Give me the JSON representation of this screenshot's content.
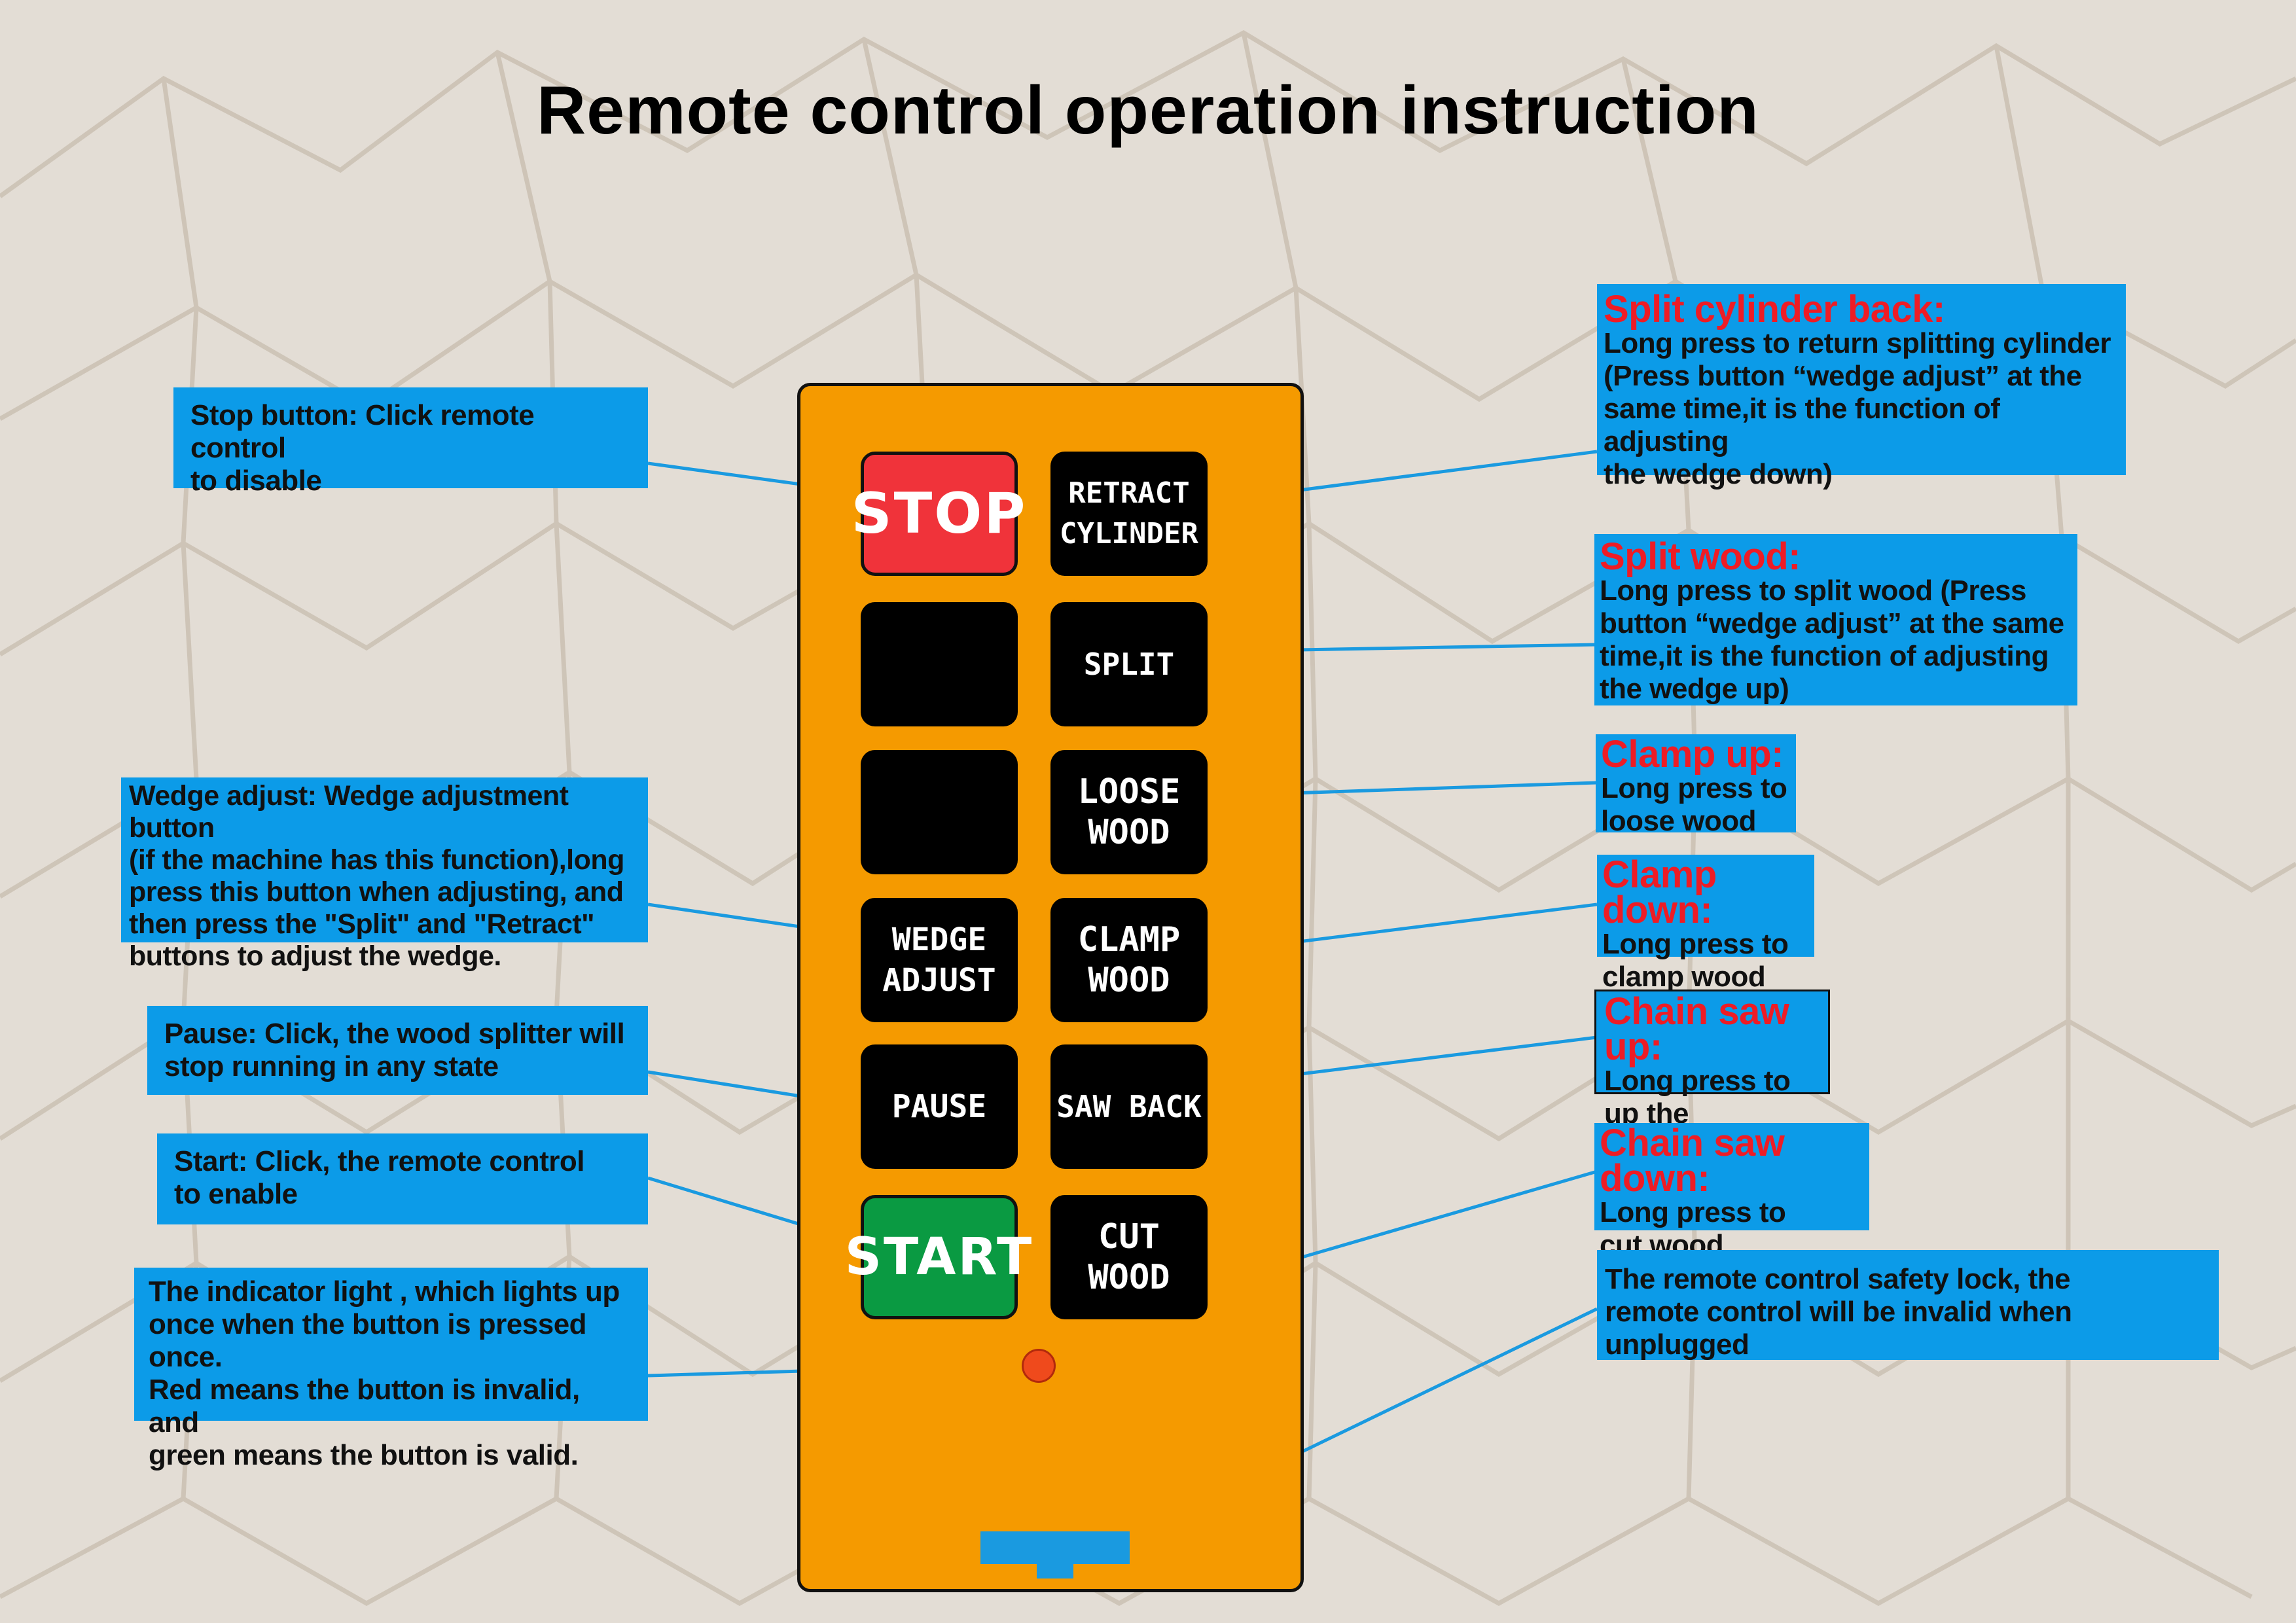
{
  "title": "Remote control operation instruction",
  "colors": {
    "remote_body": "#f59a00",
    "button": "#000000",
    "stop_button": "#f0333a",
    "start_button": "#0a9a42",
    "callout_box": "#0c9be8",
    "callout_heading": "#ee1c25",
    "leader_line": "#1a9ae0",
    "indicator_light": "#ef4a1c"
  },
  "buttons": {
    "stop": "STOP",
    "retract_cylinder": "RETRACT\nCYLINDER",
    "blank_1": "",
    "split": "SPLIT",
    "blank_2": "",
    "loose_wood": "LOOSE\nWOOD",
    "wedge_adjust": "WEDGE\nADJUST",
    "clamp_wood": "CLAMP\nWOOD",
    "pause": "PAUSE",
    "saw_back": "SAW BACK",
    "start": "START",
    "cut_wood": "CUT\nWOOD"
  },
  "callouts_left": {
    "stop": "Stop button: Click remote control\nto disable",
    "wedge_adjust": "Wedge adjust: Wedge adjustment button\n(if the machine has this function),long\npress this button when adjusting, and\nthen press the \"Split\" and \"Retract\"\nbuttons to adjust the wedge.",
    "pause": "Pause: Click, the wood splitter will\nstop running in any state",
    "start": "Start: Click, the remote control\nto enable",
    "indicator": "The indicator light , which lights up\nonce when the button is pressed once.\nRed means the button is invalid, and\ngreen means the button is valid."
  },
  "callouts_right": {
    "split_cylinder_back": {
      "heading": "Split cylinder back:",
      "text": "Long press to return splitting cylinder\n(Press button “wedge adjust” at the\nsame time,it is the function of adjusting\nthe wedge down)"
    },
    "split_wood": {
      "heading": "Split wood:",
      "text": "Long press to split wood (Press\nbutton “wedge adjust” at the same\ntime,it is the function of adjusting\nthe wedge up)"
    },
    "clamp_up": {
      "heading": "Clamp up:",
      "text": "Long press to\nloose wood"
    },
    "clamp_down": {
      "heading": "Clamp down:",
      "text": "Long press to\nclamp wood"
    },
    "chain_saw_up": {
      "heading": "Chain saw up:",
      "text": "Long press to\nup the chainsaw"
    },
    "chain_saw_down": {
      "heading": "Chain saw down:",
      "text": "Long press to\ncut wood"
    },
    "safety_lock": "The remote control safety lock, the\nremote control will be invalid when unplugged"
  }
}
